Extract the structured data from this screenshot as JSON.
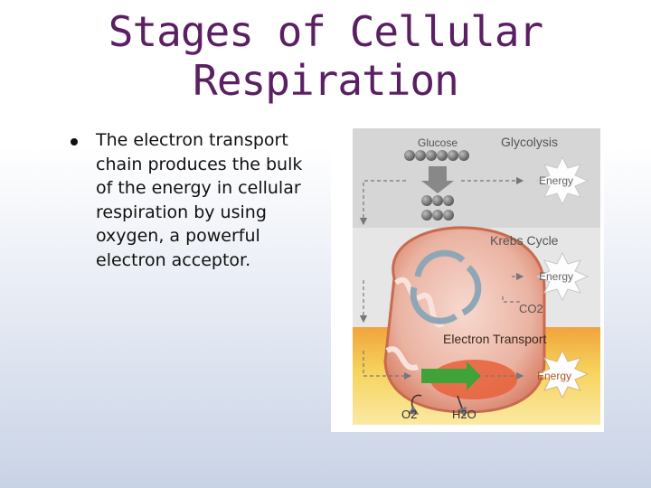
{
  "slide": {
    "title_line1": "Stages of Cellular",
    "title_line2": "Respiration",
    "bullet": "The electron transport chain produces the bulk of the energy in cellular respiration by using oxygen, a powerful electron acceptor."
  },
  "diagram": {
    "glucose_label": "Glucose",
    "glycolysis_label": "Glycolysis",
    "krebs_label": "Krebs Cycle",
    "electron_transport_label": "Electron Transport",
    "energy_label": "Energy",
    "co2_label": "CO2",
    "o2_label": "O2",
    "h2o_label": "H2O",
    "colors": {
      "glycolysis_band": "#dcdcdc",
      "krebs_band": "#e8e8e8",
      "electron_band": "#f6c84e",
      "mitochondrion": "#e58a5a",
      "title_purple": "#5b1f63"
    }
  }
}
